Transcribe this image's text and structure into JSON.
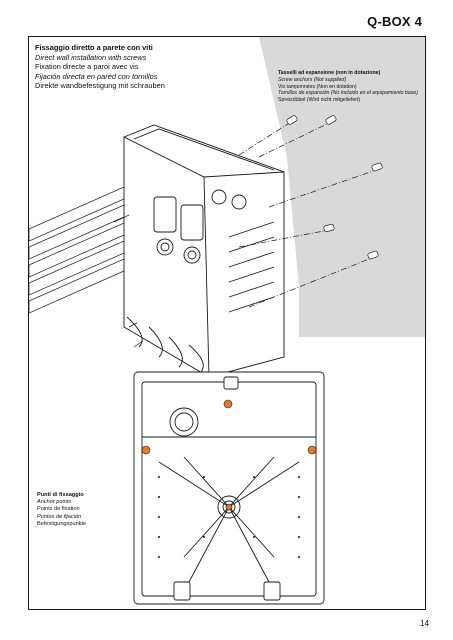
{
  "header": {
    "title": "Q-BOX 4"
  },
  "wall_mount_caption": {
    "it": "Fissaggio diretto a parete con viti",
    "en": "Direct wall installation with screws",
    "fr": "Fixation directe a paroi avec vis",
    "es": "Fijación directa en pared con tornillos",
    "de": "Direkte wandbefestigung mit schrauben"
  },
  "anchors_caption": {
    "it": "Tasselli ad espansione (non in dotazione)",
    "en": "Screw anchors (Not supplied)",
    "fr": "Vis tamponnées (Non en dotation)",
    "es": "Tornillos de expansión (No incluido en el equipamiento base)",
    "de": "Spreizdübel (Wird nicht mitgeliefert)"
  },
  "points_caption": {
    "it": "Punti di fissaggio",
    "en": "Anchor points",
    "fr": "Points de fixation",
    "es": "Puntos de fijación",
    "de": "Befestigungspunkte"
  },
  "footer": {
    "page_number": "14"
  },
  "colors": {
    "line": "#1a1a1a",
    "wall": "#d9d9d9",
    "highlight": "#e07a2e"
  }
}
